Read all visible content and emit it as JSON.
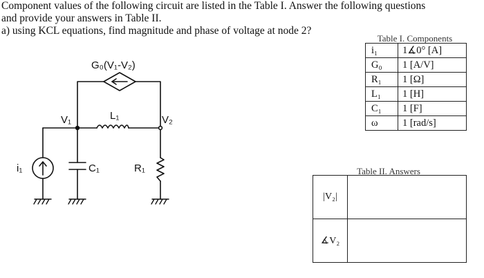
{
  "prompt": {
    "line1": "Component values of the following circuit are listed in the Table I. Answer the following questions",
    "line2": "and provide your answers in Table II.",
    "line3": "a)  using KCL equations, find magnitude and phase of voltage at node 2?"
  },
  "circuit": {
    "dep_source_label": "G₀(V₁-V₂)",
    "node1_label": "V₁",
    "node2_label": "V₂",
    "inductor_label": "L₁",
    "resistor_label": "R₁",
    "capacitor_label": "C₁",
    "current_source_label": "i₁"
  },
  "table1": {
    "caption": "Table I. Components",
    "rows": [
      {
        "symbol": "i₁",
        "value": "1∡0° [A]"
      },
      {
        "symbol": "G₀",
        "value": "1 [A/V]"
      },
      {
        "symbol": "R₁",
        "value": "1 [Ω]"
      },
      {
        "symbol": "L₁",
        "value": "1 [H]"
      },
      {
        "symbol": "C₁",
        "value": "1 [F]"
      },
      {
        "symbol": "ω",
        "value": "1 [rad/s]"
      }
    ]
  },
  "table2": {
    "caption": "Table II. Answers",
    "rows": [
      {
        "label": "|V₂|",
        "answer": ""
      },
      {
        "label": "∡V₂",
        "answer": ""
      }
    ]
  }
}
